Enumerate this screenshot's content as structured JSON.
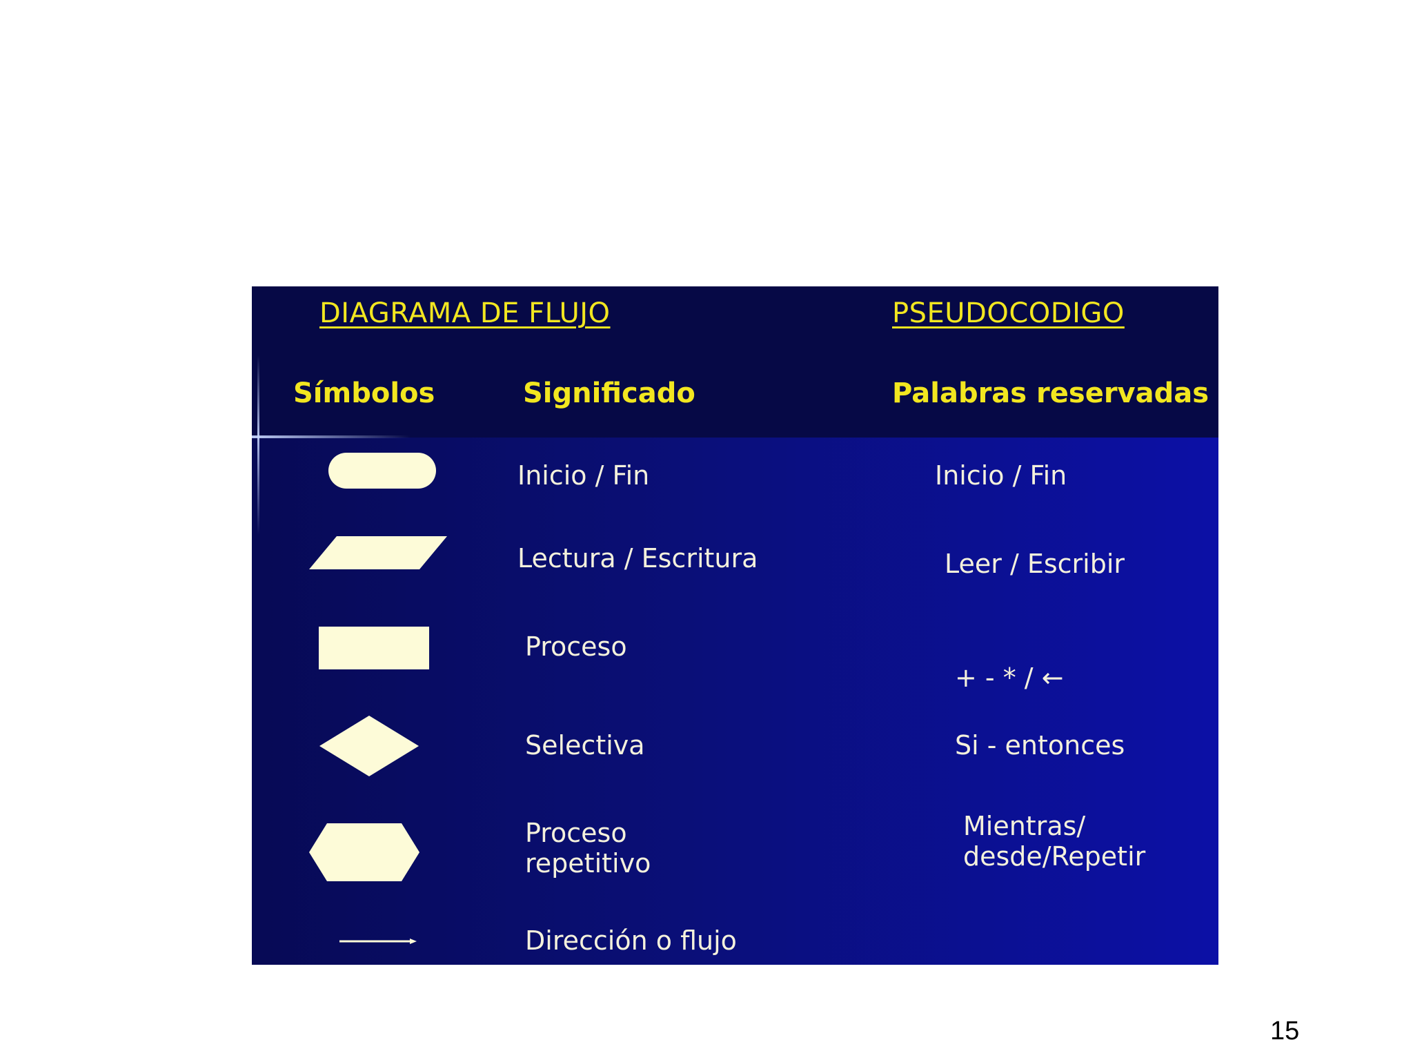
{
  "headers": {
    "flowchart_title": "DIAGRAMA DE FLUJO",
    "pseudocode_title": "PSEUDOCODIGO",
    "symbols_label": "Símbolos",
    "meaning_label": "Significado",
    "reserved_words_label": "Palabras reservadas"
  },
  "rows": [
    {
      "symbol": "terminal-icon",
      "meaning": "Inicio / Fin",
      "reserved": "Inicio / Fin"
    },
    {
      "symbol": "parallelogram-icon",
      "meaning": "Lectura / Escritura",
      "reserved": "Leer / Escribir"
    },
    {
      "symbol": "rectangle-icon",
      "meaning": "Proceso",
      "reserved": "+ - * / ←"
    },
    {
      "symbol": "diamond-icon",
      "meaning": "Selectiva",
      "reserved": "Si - entonces"
    },
    {
      "symbol": "hexagon-icon",
      "meaning_line1": "Proceso",
      "meaning_line2": "repetitivo",
      "reserved_line1": "Mientras/",
      "reserved_line2": "desde/Repetir"
    },
    {
      "symbol": "arrow-icon",
      "meaning": "Dirección o flujo",
      "reserved": ""
    }
  ],
  "colors": {
    "title": "#f2e620",
    "symbol_fill": "#fdfbd8",
    "text": "#f4f1dc",
    "panel": "#0a0f78"
  },
  "page_number": "15"
}
